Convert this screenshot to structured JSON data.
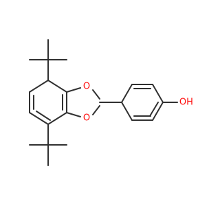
{
  "structure": {
    "colors": {
      "bond": "#303030",
      "oxygen": "#ff0d0d",
      "background": "#ffffff"
    },
    "atom_labels": {
      "o_top": "O",
      "o_bottom": "O",
      "oh_o": "O",
      "oh_h": "H"
    }
  }
}
